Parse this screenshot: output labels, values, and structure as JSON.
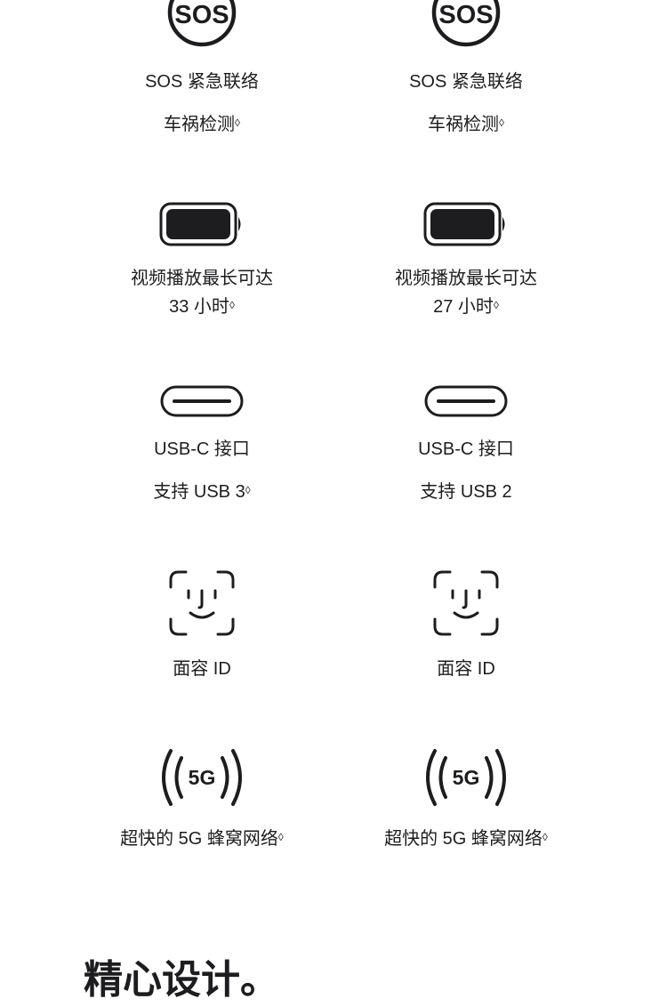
{
  "devices": [
    {
      "sos": {
        "badge": "SOS",
        "title": "SOS 紧急联络",
        "sub": "车祸检测"
      },
      "battery": {
        "line1": "视频播放最长可达",
        "line2": "33 小时"
      },
      "usb": {
        "title": "USB-C 接口",
        "sub": "支持 USB 3"
      },
      "faceid": {
        "title": "面容 ID"
      },
      "fiveg": {
        "badge": "5G",
        "title": "超快的 5G 蜂窝网络"
      }
    },
    {
      "sos": {
        "badge": "SOS",
        "title": "SOS 紧急联络",
        "sub": "车祸检测"
      },
      "battery": {
        "line1": "视频播放最长可达",
        "line2": "27 小时"
      },
      "usb": {
        "title": "USB-C 接口",
        "sub": "支持 USB 2"
      },
      "faceid": {
        "title": "面容 ID"
      },
      "fiveg": {
        "badge": "5G",
        "title": "超快的 5G 蜂窝网络"
      }
    }
  ],
  "footnote_mark": "◊",
  "section_title": "精心设计。",
  "colors": {
    "text": "#1d1d1f",
    "background": "#ffffff"
  }
}
